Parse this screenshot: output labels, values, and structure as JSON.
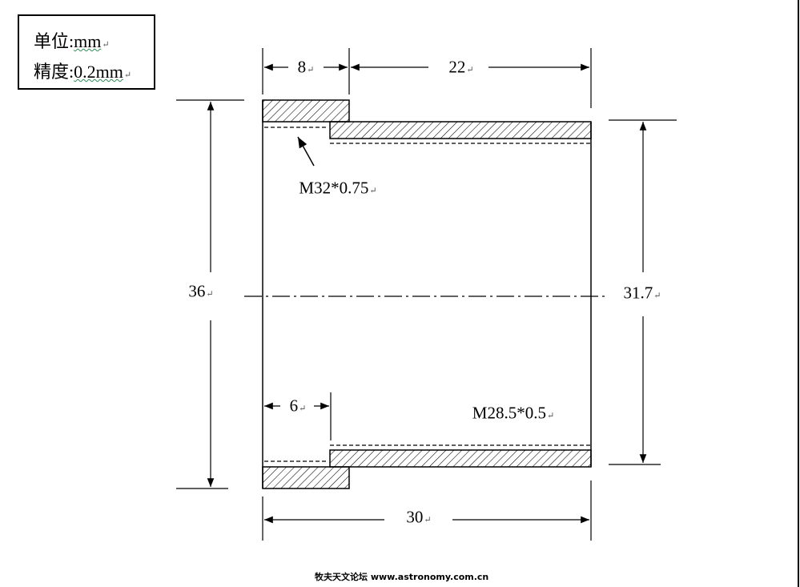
{
  "notes": {
    "unit_label": "单位:",
    "unit_value": "mm",
    "precision_label": "精度:",
    "precision_value": "0.2mm"
  },
  "dimensions": {
    "top_left_width": "8",
    "top_right_width": "22",
    "outer_diameter": "36",
    "inner_diameter": "31.7",
    "bottom_step": "6",
    "total_length": "30"
  },
  "threads": {
    "top_thread": "M32*0.75",
    "bottom_thread": "M28.5*0.5"
  },
  "footer": "牧夫天文论坛 www.astronomy.com.cn",
  "colors": {
    "line": "#000000",
    "hatch": "#000000",
    "background": "#ffffff"
  }
}
